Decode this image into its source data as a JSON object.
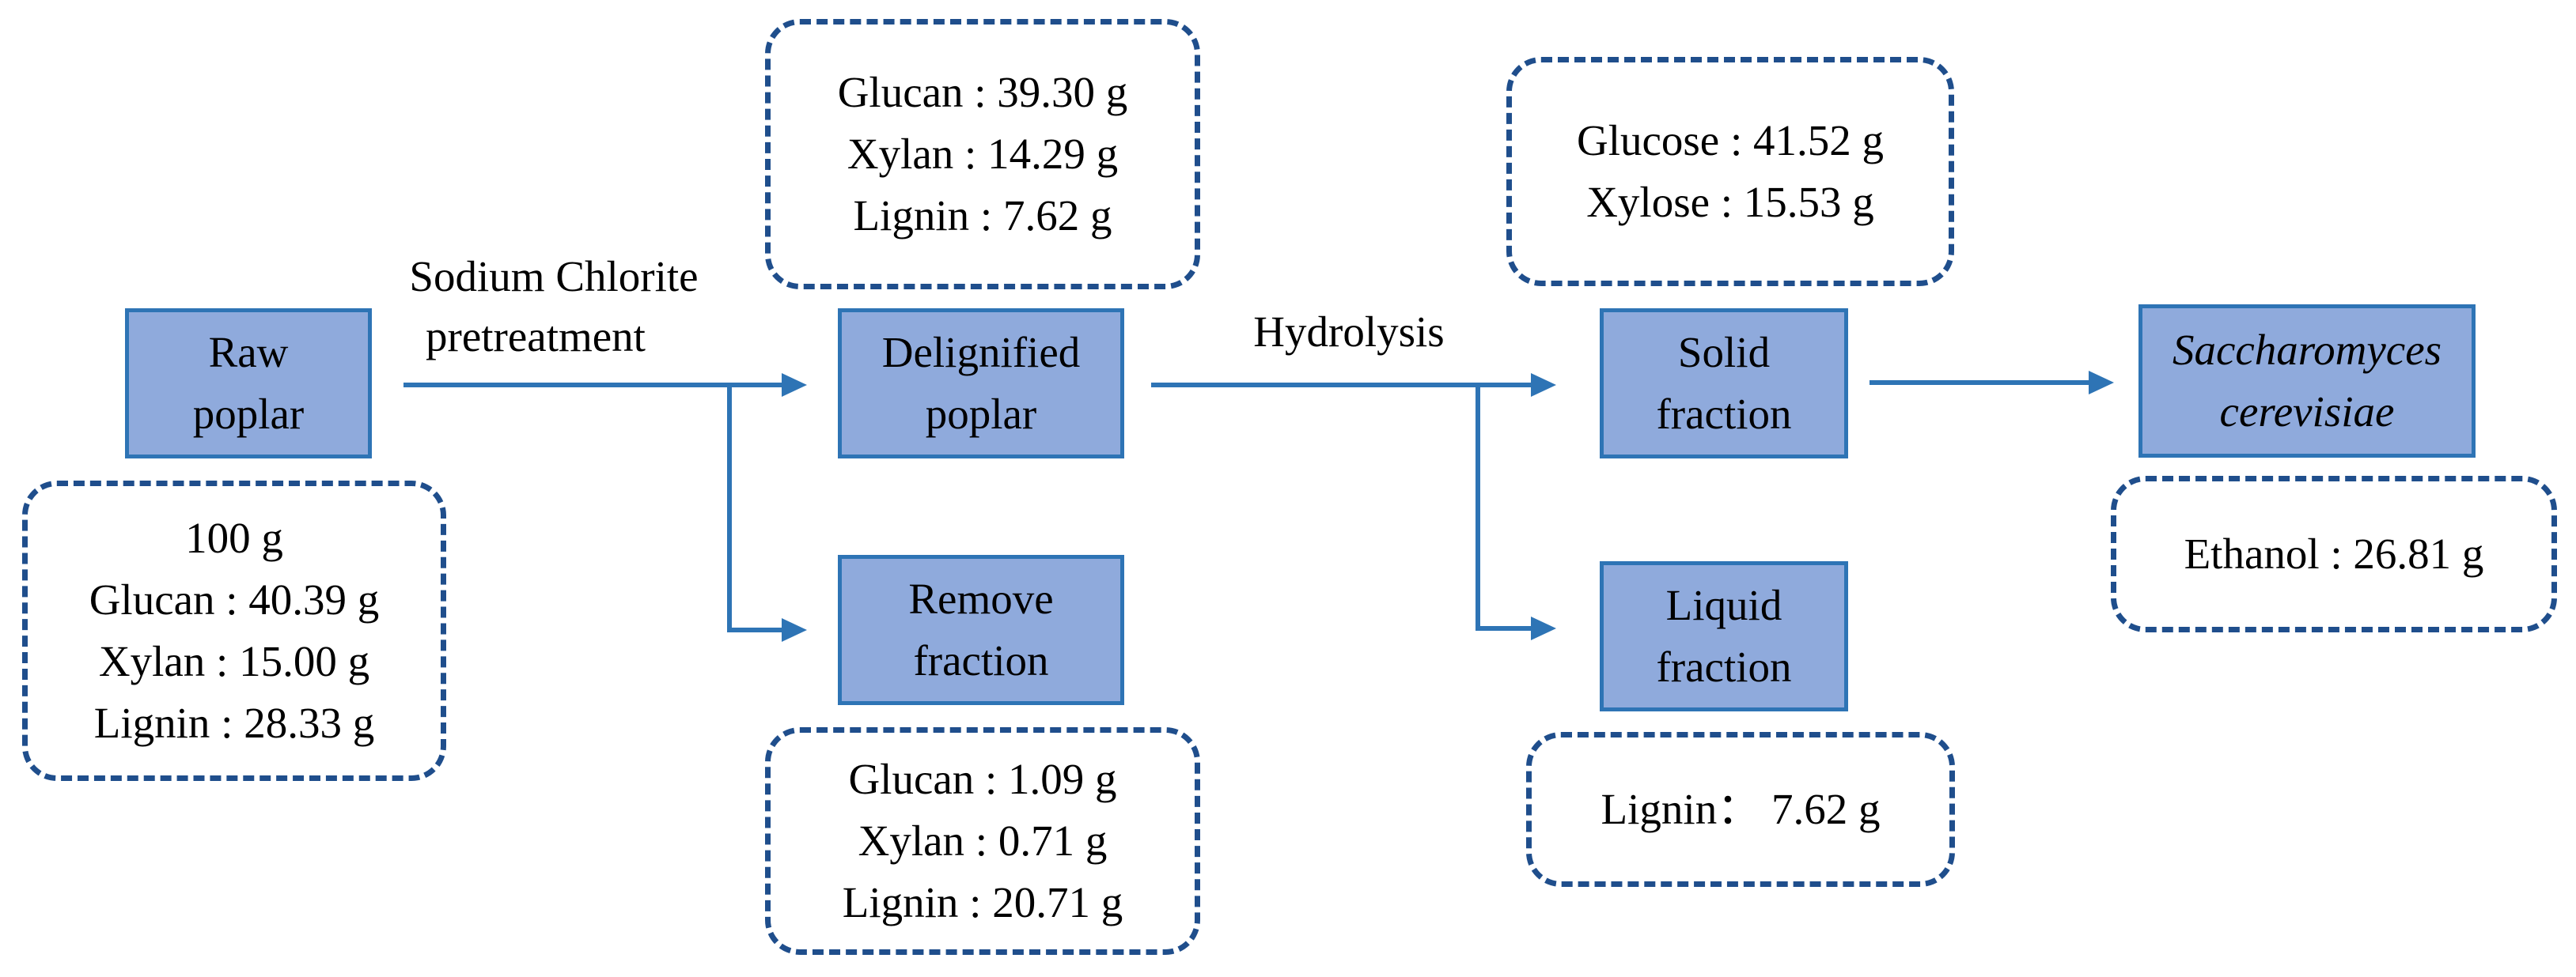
{
  "colors": {
    "node_fill": "#8FAADC",
    "node_border": "#2E74B5",
    "arrow": "#2E74B5",
    "dashed_border": "#1F4E8C"
  },
  "nodes": {
    "raw_poplar": {
      "line1": "Raw",
      "line2": "poplar"
    },
    "delignified_poplar": {
      "line1": "Delignified",
      "line2": "poplar"
    },
    "remove_fraction": {
      "line1": "Remove",
      "line2": "fraction"
    },
    "solid_fraction": {
      "line1": "Solid",
      "line2": "fraction"
    },
    "liquid_fraction": {
      "line1": "Liquid",
      "line2": "fraction"
    },
    "yeast": {
      "line1": "Saccharomyces",
      "line2": "cerevisiae"
    }
  },
  "labels": {
    "pretreatment_line1": "Sodium Chlorite",
    "pretreatment_line2": "pretreatment",
    "hydrolysis": "Hydrolysis"
  },
  "composition": {
    "raw": [
      "100 g",
      "Glucan : 40.39 g",
      "Xylan : 15.00 g",
      "Lignin : 28.33 g"
    ],
    "delignified": [
      "Glucan : 39.30 g",
      "Xylan : 14.29 g",
      "Lignin : 7.62 g"
    ],
    "removed": [
      "Glucan : 1.09 g",
      "Xylan : 0.71 g",
      "Lignin : 20.71 g"
    ],
    "solid": [
      "Glucose : 41.52 g",
      "Xylose : 15.53 g"
    ],
    "liquid": [
      "Lignin： 7.62 g"
    ],
    "ethanol": [
      "Ethanol : 26.81 g"
    ]
  }
}
